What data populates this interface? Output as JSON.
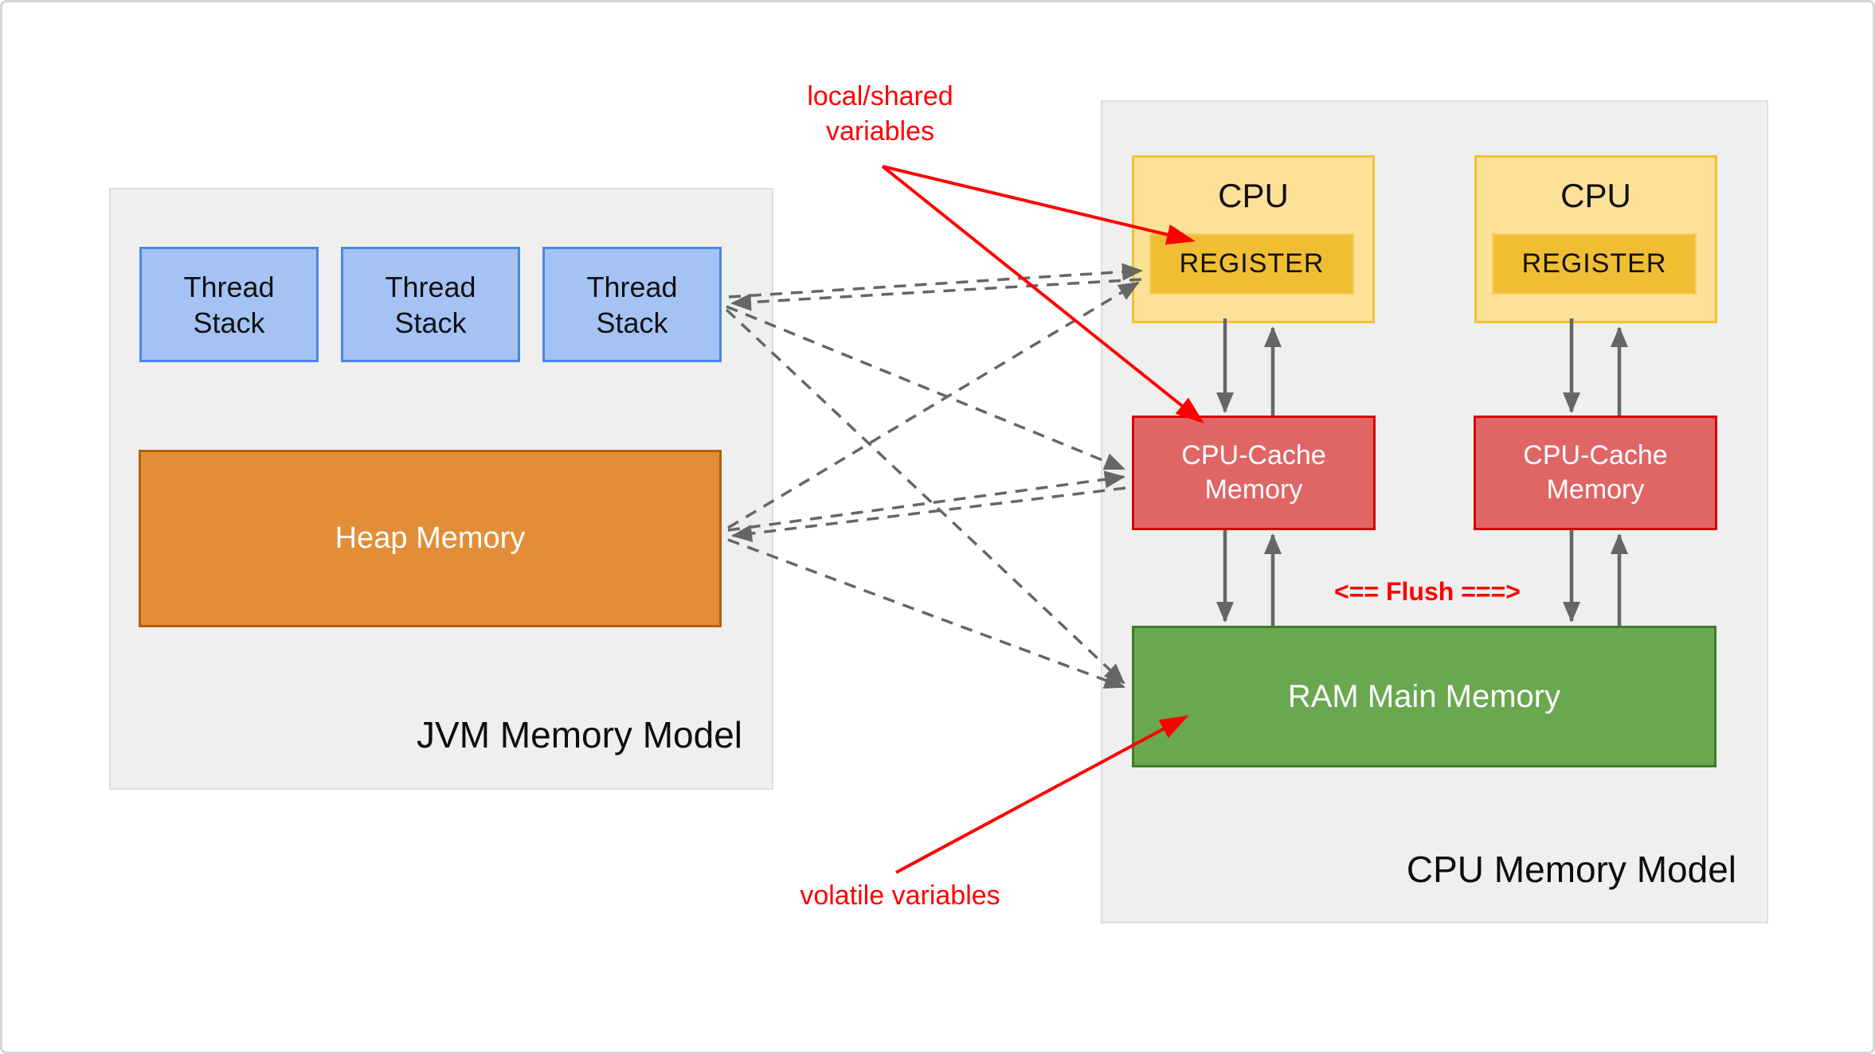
{
  "jvm_model": {
    "title": "JVM Memory Model",
    "thread_stacks": [
      {
        "label": "Thread Stack"
      },
      {
        "label": "Thread Stack"
      },
      {
        "label": "Thread Stack"
      }
    ],
    "heap": {
      "label": "Heap Memory"
    }
  },
  "cpu_model": {
    "title": "CPU Memory Model",
    "cpus": [
      {
        "label": "CPU",
        "register": "REGISTER",
        "cache": "CPU-Cache Memory"
      },
      {
        "label": "CPU",
        "register": "REGISTER",
        "cache": "CPU-Cache Memory"
      }
    ],
    "ram": {
      "label": "RAM Main Memory"
    },
    "flush_label": "<== Flush ===>"
  },
  "annotations": {
    "local_shared": {
      "line1": "local/shared",
      "line2": "variables"
    },
    "volatile_label": "volatile variables"
  },
  "colors": {
    "red": "#ff0000",
    "arrowGray": "#666666",
    "panel": "#efefef",
    "panelBorder": "#dedede",
    "tsFill": "#a4c2f4",
    "tsBorder": "#4a86e8",
    "heapFill": "#e28e38",
    "heapBorder": "#b45f06",
    "cpuFill": "#fde197",
    "cpuBorder": "#f1c232",
    "regFill": "#efbe33",
    "regBorder": "#f5cf60",
    "cacheFill": "#e06666",
    "cacheBorder": "#d50000",
    "ramFill": "#6aa84f",
    "ramBorder": "#3f7d23"
  }
}
